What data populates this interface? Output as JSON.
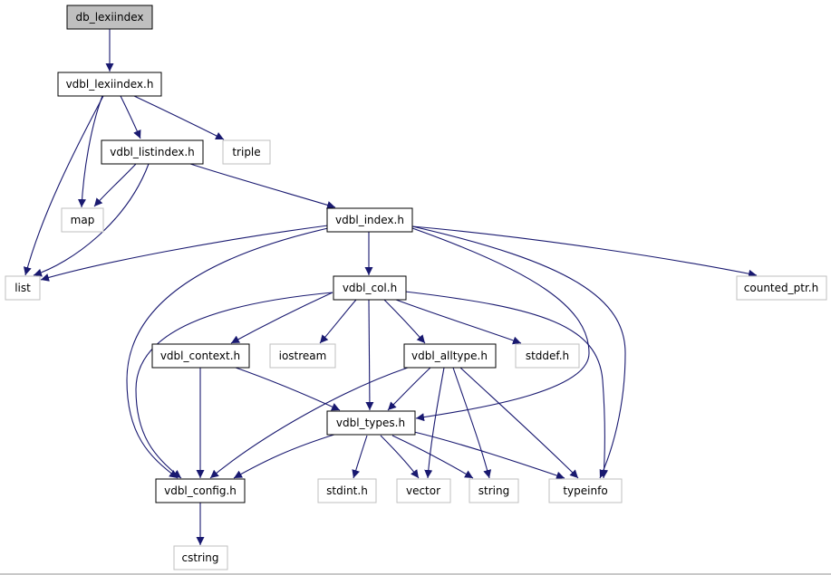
{
  "diagram": {
    "colors": {
      "edge": "#191970",
      "root_fill": "#bfbfbf",
      "documented_border": "#000000",
      "external_border": "#bfbfbf"
    },
    "nodes": {
      "db_lexiindex": {
        "label": "db_lexiindex",
        "kind": "root"
      },
      "vdbl_lexiindex_h": {
        "label": "vdbl_lexiindex.h",
        "kind": "documented"
      },
      "vdbl_listindex_h": {
        "label": "vdbl_listindex.h",
        "kind": "documented"
      },
      "triple": {
        "label": "triple",
        "kind": "external"
      },
      "map": {
        "label": "map",
        "kind": "external"
      },
      "vdbl_index_h": {
        "label": "vdbl_index.h",
        "kind": "documented"
      },
      "list": {
        "label": "list",
        "kind": "external"
      },
      "counted_ptr_h": {
        "label": "counted_ptr.h",
        "kind": "external"
      },
      "vdbl_col_h": {
        "label": "vdbl_col.h",
        "kind": "documented"
      },
      "vdbl_context_h": {
        "label": "vdbl_context.h",
        "kind": "documented"
      },
      "iostream": {
        "label": "iostream",
        "kind": "external"
      },
      "vdbl_alltype_h": {
        "label": "vdbl_alltype.h",
        "kind": "documented"
      },
      "stddef_h": {
        "label": "stddef.h",
        "kind": "external"
      },
      "vdbl_types_h": {
        "label": "vdbl_types.h",
        "kind": "documented"
      },
      "vdbl_config_h": {
        "label": "vdbl_config.h",
        "kind": "documented"
      },
      "stdint_h": {
        "label": "stdint.h",
        "kind": "external"
      },
      "vector": {
        "label": "vector",
        "kind": "external"
      },
      "string": {
        "label": "string",
        "kind": "external"
      },
      "typeinfo": {
        "label": "typeinfo",
        "kind": "external"
      },
      "cstring": {
        "label": "cstring",
        "kind": "external"
      }
    },
    "edges": [
      {
        "from": "db_lexiindex",
        "to": "vdbl_lexiindex_h"
      },
      {
        "from": "vdbl_lexiindex_h",
        "to": "vdbl_listindex_h"
      },
      {
        "from": "vdbl_lexiindex_h",
        "to": "triple"
      },
      {
        "from": "vdbl_lexiindex_h",
        "to": "map"
      },
      {
        "from": "vdbl_lexiindex_h",
        "to": "list"
      },
      {
        "from": "vdbl_listindex_h",
        "to": "map"
      },
      {
        "from": "vdbl_listindex_h",
        "to": "list"
      },
      {
        "from": "vdbl_listindex_h",
        "to": "vdbl_index_h"
      },
      {
        "from": "vdbl_index_h",
        "to": "list"
      },
      {
        "from": "vdbl_index_h",
        "to": "vdbl_col_h"
      },
      {
        "from": "vdbl_index_h",
        "to": "counted_ptr_h"
      },
      {
        "from": "vdbl_index_h",
        "to": "vdbl_config_h"
      },
      {
        "from": "vdbl_index_h",
        "to": "vdbl_types_h"
      },
      {
        "from": "vdbl_index_h",
        "to": "typeinfo"
      },
      {
        "from": "vdbl_col_h",
        "to": "vdbl_context_h"
      },
      {
        "from": "vdbl_col_h",
        "to": "iostream"
      },
      {
        "from": "vdbl_col_h",
        "to": "vdbl_alltype_h"
      },
      {
        "from": "vdbl_col_h",
        "to": "stddef_h"
      },
      {
        "from": "vdbl_col_h",
        "to": "vdbl_types_h"
      },
      {
        "from": "vdbl_col_h",
        "to": "vdbl_config_h"
      },
      {
        "from": "vdbl_col_h",
        "to": "typeinfo"
      },
      {
        "from": "vdbl_context_h",
        "to": "vdbl_config_h"
      },
      {
        "from": "vdbl_context_h",
        "to": "vdbl_types_h"
      },
      {
        "from": "vdbl_alltype_h",
        "to": "vdbl_types_h"
      },
      {
        "from": "vdbl_alltype_h",
        "to": "vdbl_config_h"
      },
      {
        "from": "vdbl_alltype_h",
        "to": "vector"
      },
      {
        "from": "vdbl_alltype_h",
        "to": "string"
      },
      {
        "from": "vdbl_alltype_h",
        "to": "typeinfo"
      },
      {
        "from": "vdbl_types_h",
        "to": "vdbl_config_h"
      },
      {
        "from": "vdbl_types_h",
        "to": "stdint_h"
      },
      {
        "from": "vdbl_types_h",
        "to": "vector"
      },
      {
        "from": "vdbl_types_h",
        "to": "string"
      },
      {
        "from": "vdbl_types_h",
        "to": "typeinfo"
      },
      {
        "from": "vdbl_config_h",
        "to": "cstring"
      }
    ]
  }
}
